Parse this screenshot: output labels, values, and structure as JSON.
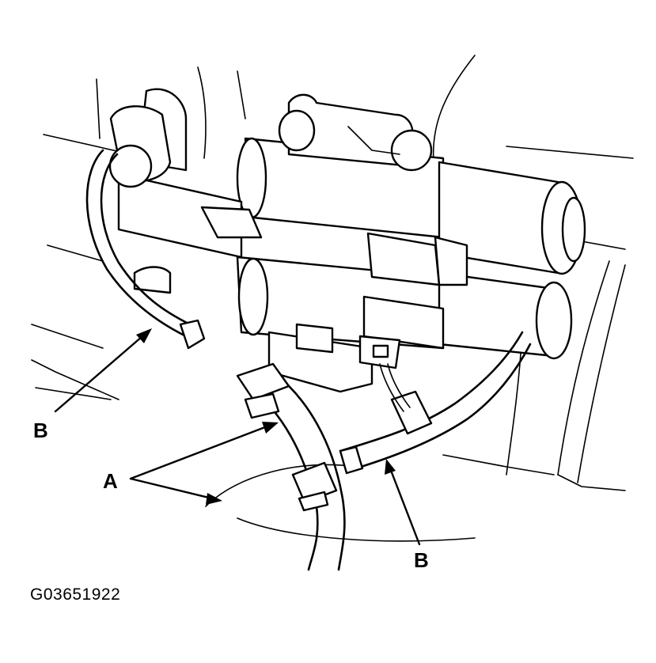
{
  "diagram": {
    "callouts": [
      {
        "id": "B-left",
        "label": "B"
      },
      {
        "id": "A",
        "label": "A"
      },
      {
        "id": "B-right",
        "label": "B"
      }
    ],
    "figure_id": "G03651922"
  }
}
